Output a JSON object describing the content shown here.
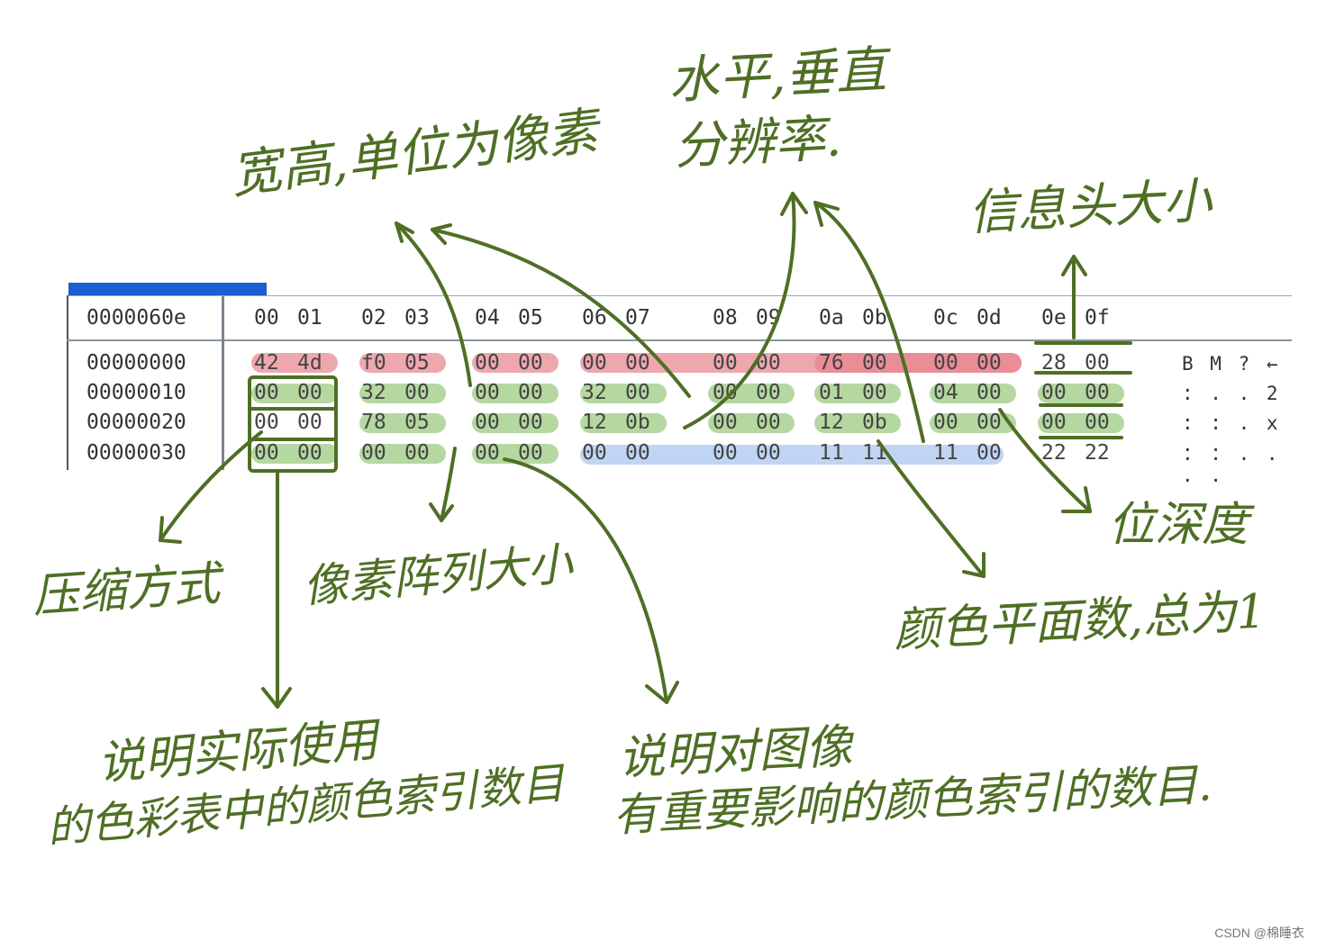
{
  "hex_editor": {
    "corner_label": "0000060e",
    "column_headers": [
      "00",
      "01",
      "02",
      "03",
      "04",
      "05",
      "06",
      "07",
      "08",
      "09",
      "0a",
      "0b",
      "0c",
      "0d",
      "0e",
      "0f"
    ],
    "rows": [
      {
        "offset": "00000000",
        "bytes": [
          "42",
          "4d",
          "f0",
          "05",
          "00",
          "00",
          "00",
          "00",
          "00",
          "00",
          "76",
          "00",
          "00",
          "00",
          "28",
          "00"
        ],
        "ascii": "B M ? ← ."
      },
      {
        "offset": "00000010",
        "bytes": [
          "00",
          "00",
          "32",
          "00",
          "00",
          "00",
          "32",
          "00",
          "00",
          "00",
          "01",
          "00",
          "04",
          "00",
          "00",
          "00"
        ],
        "ascii": ". . . 2 . ."
      },
      {
        "offset": "00000020",
        "bytes": [
          "00",
          "00",
          "78",
          "05",
          "00",
          "00",
          "12",
          "0b",
          "00",
          "00",
          "12",
          "0b",
          "00",
          "00",
          "00",
          "00"
        ],
        "ascii": ". . . x . ."
      },
      {
        "offset": "00000030",
        "bytes": [
          "00",
          "00",
          "00",
          "00",
          "00",
          "00",
          "00",
          "00",
          "00",
          "00",
          "11",
          "11",
          "11",
          "00",
          "22",
          "22"
        ],
        "ascii": ". . . . . ."
      }
    ]
  },
  "annotations": {
    "width_height": "宽高,单位为像素",
    "resolution_line1": "水平,垂直",
    "resolution_line2": "分辨率.",
    "info_header_size": "信息头大小",
    "bit_depth": "位深度",
    "compression": "压缩方式",
    "pixel_array_size": "像素阵列大小",
    "planes": "颜色平面数,总为1",
    "colors_used_line1": "说明实际使用",
    "colors_used_line2": "的色彩表中的颜色索引数目",
    "important_colors_line1": "说明对图像",
    "important_colors_line2": "有重要影响的颜色索引的数目."
  },
  "colors": {
    "ink": "#4e6f24",
    "highlight_red": "#e8828c",
    "highlight_green": "#96c878",
    "highlight_blue": "#96b9eb",
    "titlebar": "#1c5fd1"
  },
  "credit": "CSDN @棉睡衣"
}
